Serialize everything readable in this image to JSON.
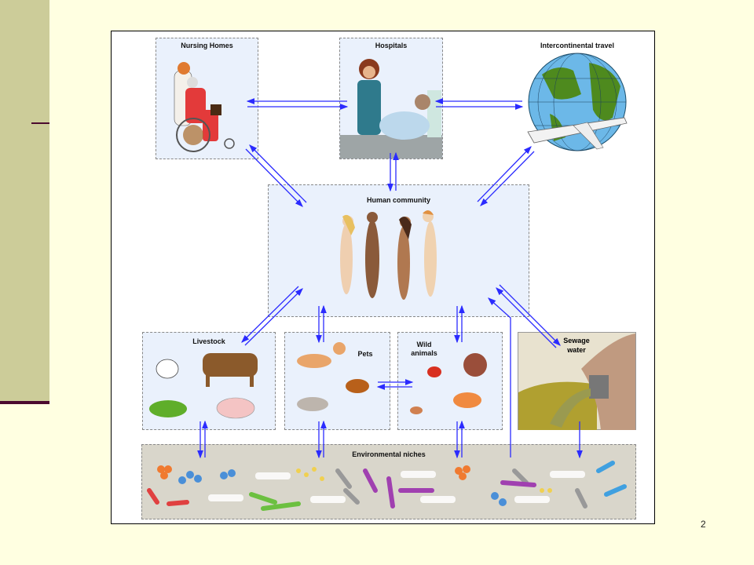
{
  "diagram": {
    "nodes": {
      "nursing_homes": "Nursing Homes",
      "hospitals": "Hospitals",
      "travel": "Intercontinental travel",
      "human_community": "Human community",
      "livestock": "Livestock",
      "pets": "Pets",
      "wild_animals_1": "Wild",
      "wild_animals_2": "animals",
      "sewage_1": "Sewage",
      "sewage_2": "water",
      "environment": "Environmental niches"
    },
    "arrow_color": "#2B2BFF"
  },
  "slide": {
    "page_number": "2"
  }
}
